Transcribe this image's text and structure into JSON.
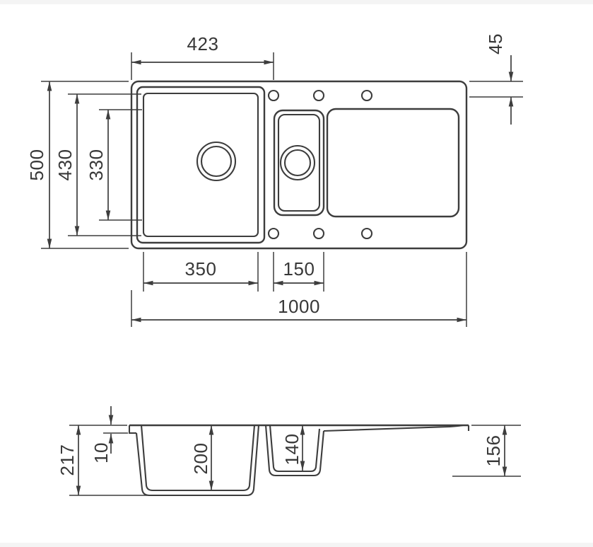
{
  "drawing": {
    "subject": "double-bowl kitchen sink with drainboard, dimensioned technical drawing",
    "units": "mm",
    "line_color": "#3d3d3d",
    "background_color": "#ffffff",
    "top_view": {
      "bowl_section_width": "423",
      "tap_hole_offset": "45",
      "overall_depth": "500",
      "bowl_opening_depth": "430",
      "bowl_base_depth": "330",
      "main_bowl_width": "350",
      "half_bowl_width": "150",
      "overall_width": "1000"
    },
    "section_view": {
      "overall_height": "217",
      "rim_thickness": "10",
      "main_bowl_depth": "200",
      "half_bowl_depth": "140",
      "end_height": "156"
    }
  }
}
